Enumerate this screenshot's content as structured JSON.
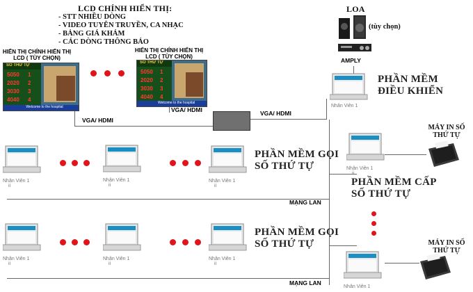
{
  "lcd_main": {
    "title": "LCD CHÍNH HIỂN THỊ:",
    "bullets": [
      "- STT NHIỀU DÒNG",
      "- VIDEO TUYÊN TRUYỀN, CA NHẠC",
      "- BẢNG GIÁ KHÁM",
      "- CÁC DÒNG THÔNG BÁO"
    ]
  },
  "lcd_secondary_label_line1": "HIỂN THỊ CHÍNH HIỂN THỊ",
  "lcd_secondary_label_line2": "LCD ( TÙY CHỌN)",
  "lcd_rows": [
    {
      "n": "5050",
      "s": "1"
    },
    {
      "n": "2020",
      "s": "2"
    },
    {
      "n": "3030",
      "s": "3"
    },
    {
      "n": "4040",
      "s": "4"
    }
  ],
  "lcd_header": "SỐ THỨ TỰ",
  "lcd_footer": "Welcome to the hospital",
  "vga_label": "VGA/ HDMI",
  "loa_label": "LOA",
  "loa_optional": "(tùy chọn)",
  "amply_label": "AMPLY",
  "control_software": {
    "line1": "PHẦN MỀM",
    "line2": "ĐIỀU KHIỂN"
  },
  "call_software": {
    "line1": "PHẦN MỀM GỌI",
    "line2": "SỐ THỨ TỰ"
  },
  "issue_software": {
    "line1": "PHẦN MỀM CẤP",
    "line2": "SỐ THỨ TỰ"
  },
  "printer_label": {
    "line1": "MÁY IN SỐ",
    "line2": "THỨ TỰ"
  },
  "lan_label": "MẠNG LAN",
  "workstation_label": "Nhân Viên 1",
  "workstation_suffix": "ii",
  "colors": {
    "dot": "#e0141b",
    "line": "#666666",
    "converter": "#707070",
    "lcd_bar": "#1a3c9a"
  }
}
